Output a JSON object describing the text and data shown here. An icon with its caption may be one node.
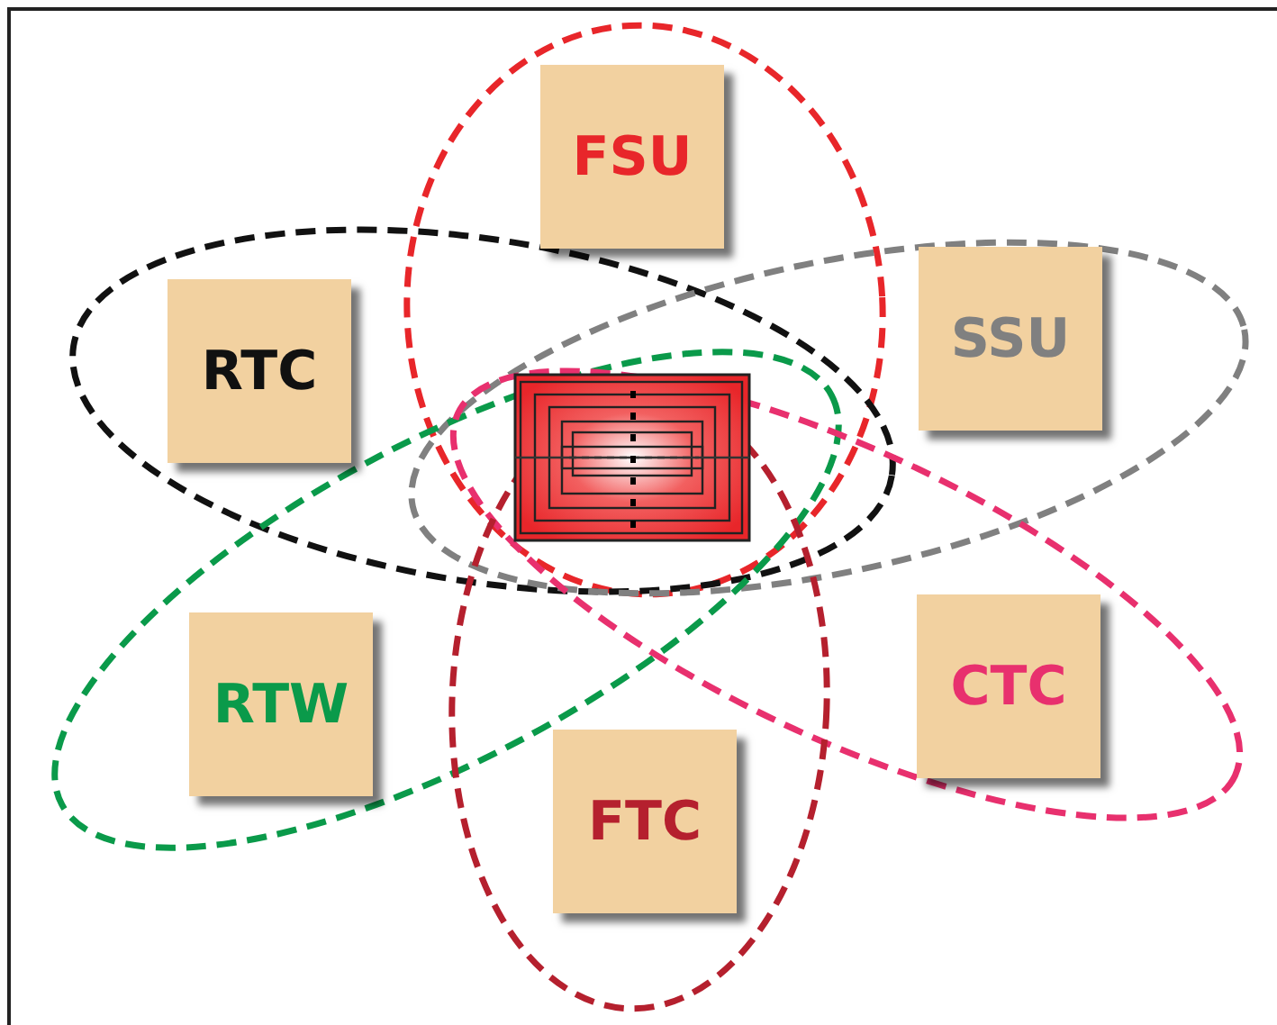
{
  "diagram": {
    "nodes": [
      {
        "text": [
          "FSU"
        ]
      },
      {
        "text": [
          "RTC"
        ]
      },
      {
        "text": [
          "SSU"
        ]
      },
      {
        "text": [
          "RTW"
        ]
      },
      {
        "text": [
          "CTC"
        ]
      },
      {
        "text": [
          "FTC"
        ]
      }
    ]
  }
}
